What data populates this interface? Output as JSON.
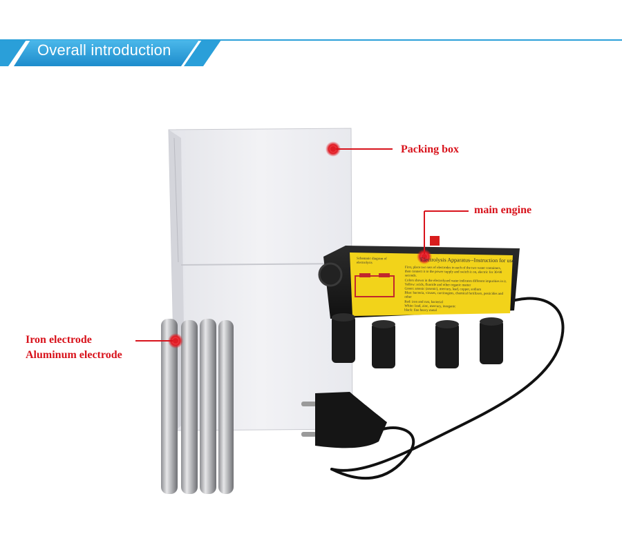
{
  "header": {
    "title": "Overall introduction"
  },
  "callouts": {
    "packing_box": "Packing box",
    "main_engine": "main engine",
    "iron_electrode": "Iron electrode",
    "aluminum_electrode": "Aluminum electrode"
  },
  "device_sticker": {
    "title": "Electrolysis Apparatus--Instruction for use",
    "diagram_caption": "Schematic diagram of electrolysis",
    "lines": [
      "First, place two sets of electrodes in each of the two water containers,",
      "then connect it to the power supply and switch it on, electric for 30-90 seconds.",
      "Colors shown in the electrolyzed water indicates different impurities in it.",
      "Yellow: acids, fluoride and other organic matter",
      "Green: arsenic (arsenic), mercury, lead, copper, sodium",
      "Blue: bacteria, viruses, carcinogens, chemical fertilizers, pesticides and other",
      "Red: iron and rust, bacterial",
      "White: lead, zinc, mercury, inorganic",
      "black: fine heavy metal"
    ]
  },
  "colors": {
    "accent_blue": "#2a9fd9",
    "callout_red": "#d8121b",
    "sticker_yellow": "#f2d31a"
  }
}
